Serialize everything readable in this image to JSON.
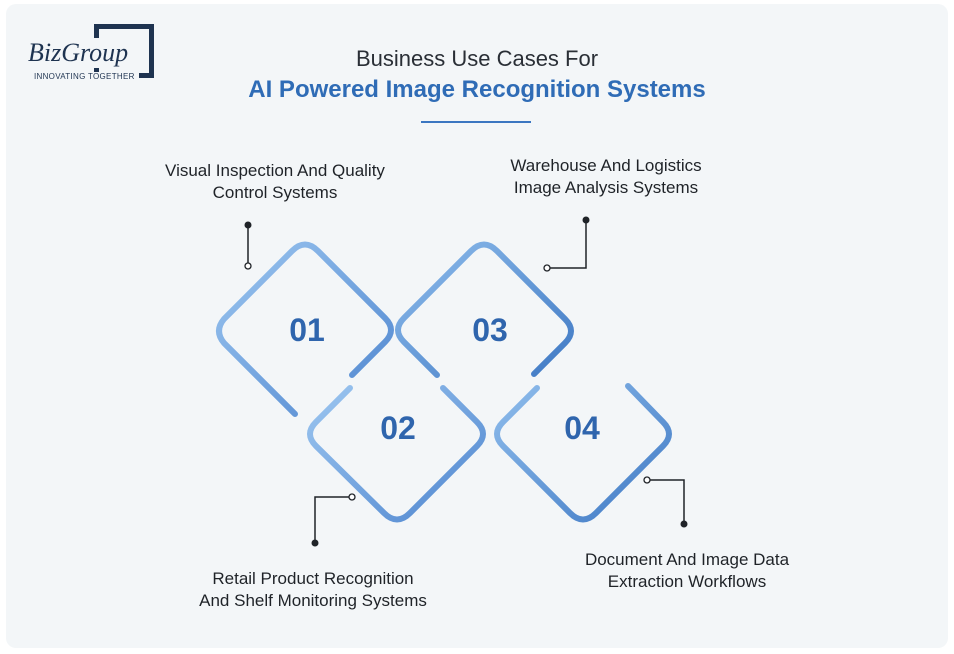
{
  "logo": {
    "name": "BizGroup",
    "tagline": "INNOVATING TOGETHER"
  },
  "header": {
    "title_line1": "Business Use Cases For",
    "title_line2": "AI Powered Image Recognition Systems"
  },
  "items": [
    {
      "number": "01",
      "line1": "Visual Inspection And Quality",
      "line2": "Control Systems"
    },
    {
      "number": "02",
      "line1": "Retail Product Recognition",
      "line2": "And Shelf Monitoring Systems"
    },
    {
      "number": "03",
      "line1": "Warehouse And Logistics",
      "line2": "Image Analysis Systems"
    },
    {
      "number": "04",
      "line1": "Document And Image Data",
      "line2": "Extraction Workflows"
    }
  ],
  "colors": {
    "accent": "#2f6cb6",
    "diamond_light": "#8ab8ea",
    "diamond_dark": "#3a72c0",
    "dark": "#1e3350"
  }
}
